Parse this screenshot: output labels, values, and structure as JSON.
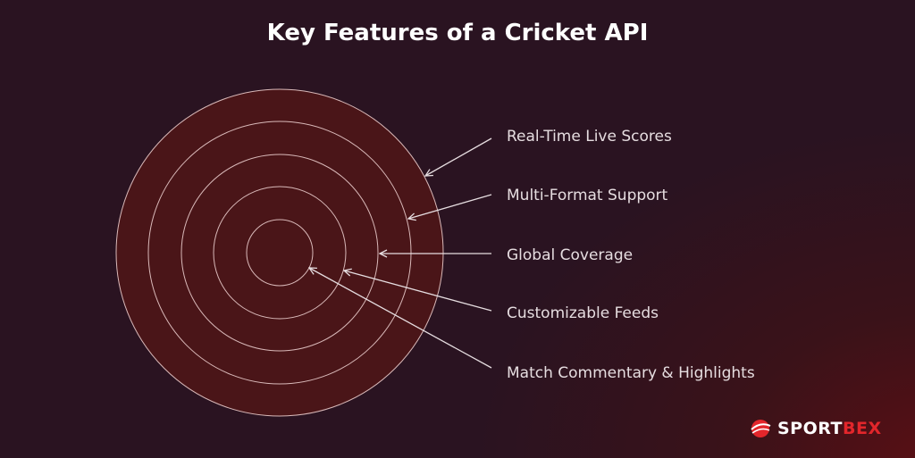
{
  "title": "Key Features of a Cricket API",
  "features": [
    {
      "label": "Real-Time Live Scores",
      "ring": 5
    },
    {
      "label": "Multi-Format Support",
      "ring": 4
    },
    {
      "label": "Global Coverage",
      "ring": 3
    },
    {
      "label": "Customizable Feeds",
      "ring": 2
    },
    {
      "label": "Match Commentary & Highlights",
      "ring": 1
    }
  ],
  "logo": {
    "part1": "SPORT",
    "part2": "BEX"
  },
  "colors": {
    "circle_fill": "#4a1518",
    "ring_stroke": "#d9b9b9",
    "accent": "#e3262b"
  }
}
